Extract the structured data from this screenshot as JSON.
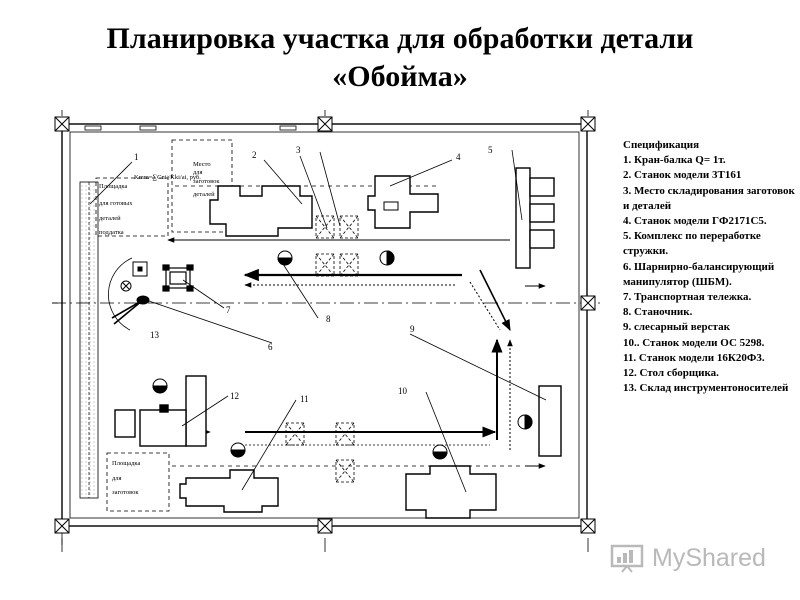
{
  "title": {
    "line1": "Планировка участка для обработки детали",
    "line2": "«Обойма»"
  },
  "specification": {
    "heading": "Спецификация",
    "items": [
      "1. Кран-балка Q= 1т.",
      "2. Станок модели 3Т161",
      "3. Место складирования заготовок и деталей",
      "4. Станок модели ГФ2171С5.",
      "5. Комплекс по переработке стружки.",
      "6. Шарнирно-балансирующий манипулятор (ШБМ).",
      "7. Транспортная тележка.",
      "8. Станочник.",
      "9. слесарный верстак",
      "10.. Станок модели ОС 5298.",
      "11. Станок модели 16К20Ф3.",
      "12. Стол сборщика.",
      "13. Склад инструментоносителей"
    ]
  },
  "plan": {
    "callouts": [
      "1",
      "2",
      "3",
      "4",
      "5",
      "6",
      "7",
      "8",
      "9",
      "10",
      "11",
      "12",
      "13"
    ],
    "zone_finished": [
      "Площадка",
      "для готовых",
      "деталей",
      "поддатка"
    ],
    "zone_storage": [
      "Место",
      "для",
      "заготовок",
      "деталей"
    ],
    "zone_blanks": [
      "Площадка",
      "для",
      "заготовок"
    ],
    "formula": "Kmm=∑Cni×Kki/ai, руб."
  },
  "brand": {
    "name": "MyShared"
  }
}
